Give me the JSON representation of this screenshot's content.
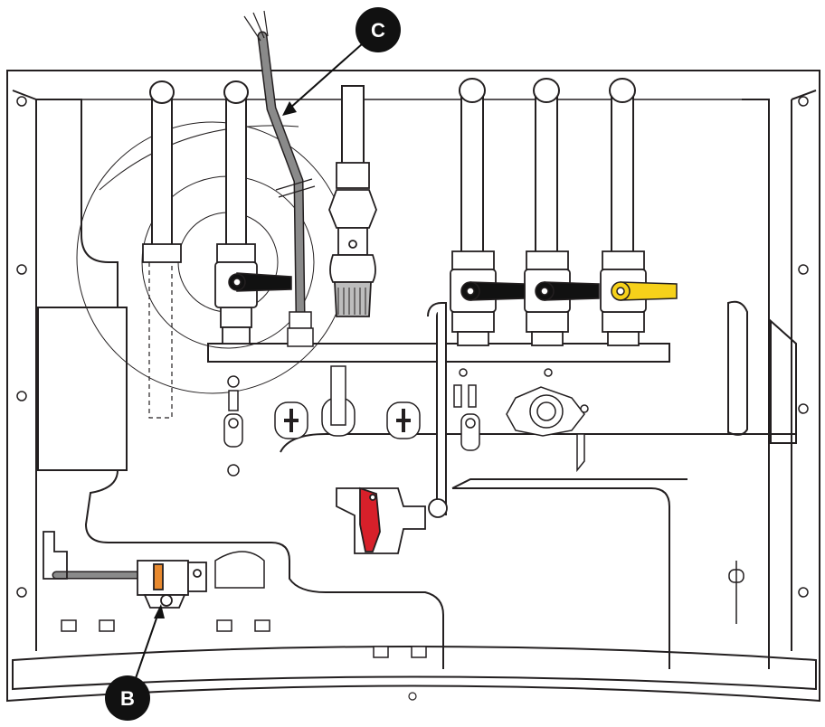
{
  "callouts": {
    "c": {
      "label": "C"
    },
    "b": {
      "label": "B"
    }
  },
  "colors": {
    "outline": "#231f20",
    "cable": "#8a8a8a",
    "panel_shade": "#d9d9d9",
    "handle_black": "#111111",
    "handle_yellow": "#f6d11a",
    "handle_red": "#d7202a",
    "connector_orange": "#e8892e",
    "callout_fill": "#111111"
  },
  "icons": [
    "boiler-chassis",
    "pipe",
    "isolation-valve",
    "gas-valve",
    "filling-link",
    "sensor-connector",
    "pressure-relief-valve",
    "screw-icon"
  ]
}
